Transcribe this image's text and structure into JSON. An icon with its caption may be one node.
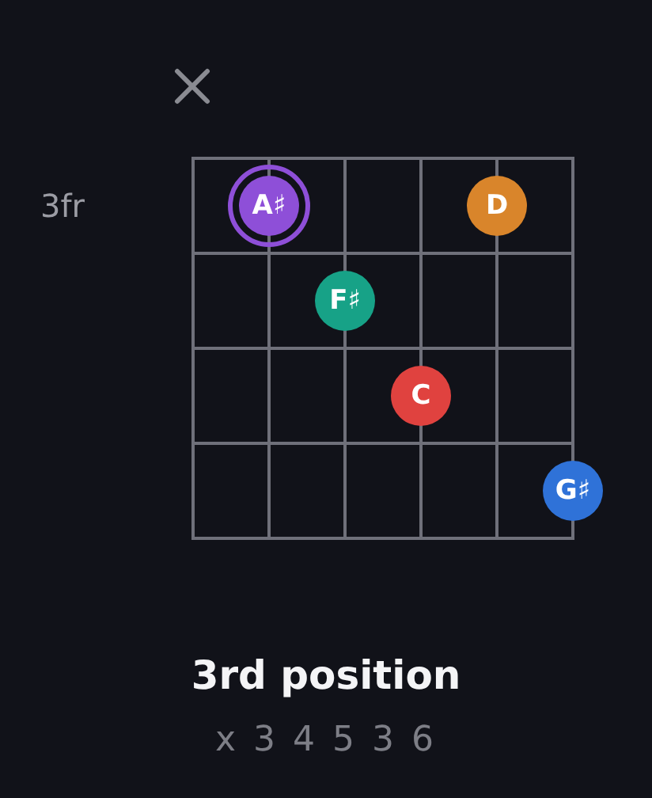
{
  "diagram": {
    "title": "3rd position",
    "nodes": [
      {
        "text": [
          "A♯"
        ]
      },
      {
        "text": [
          "D"
        ]
      },
      {
        "text": [
          "F♯"
        ]
      },
      {
        "text": [
          "C"
        ]
      },
      {
        "text": [
          "G♯"
        ]
      }
    ],
    "labels": [
      "3fr",
      "x 3 4 5 3 6"
    ]
  }
}
